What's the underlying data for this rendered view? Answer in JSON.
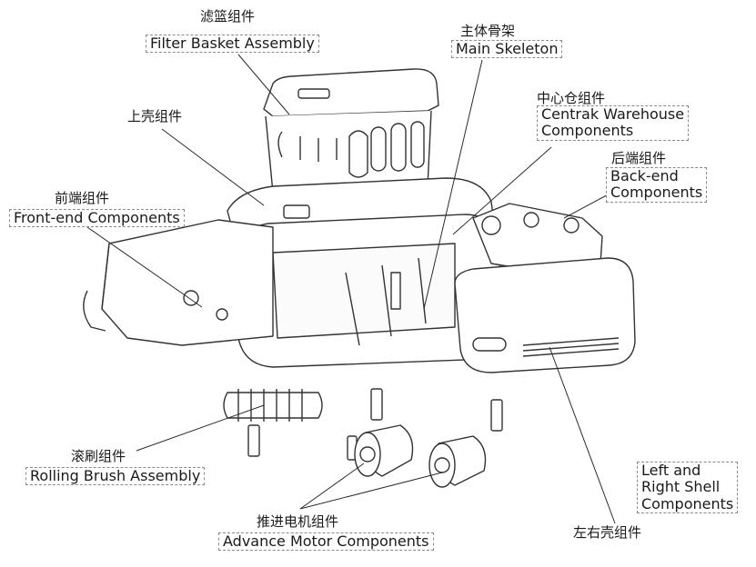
{
  "colors": {
    "line": "#2b2b2b",
    "box": "#8a8a8a",
    "text": "#1a1a1a"
  },
  "labels": {
    "filter_basket": {
      "cn": "滤篮组件",
      "en": "Filter Basket Assembly"
    },
    "main_skeleton": {
      "cn": "主体骨架",
      "en": "Main Skeleton"
    },
    "upper_shell": {
      "cn": "上壳组件"
    },
    "center_warehouse": {
      "cn": "中心仓组件",
      "en": "Centrak Warehouse\nComponents"
    },
    "back_end": {
      "cn": "后端组件",
      "en": "Back-end\nComponents"
    },
    "front_end": {
      "cn": "前端组件",
      "en": "Front-end Components"
    },
    "rolling_brush": {
      "cn": "滚刷组件",
      "en": "Rolling Brush Assembly"
    },
    "advance_motor": {
      "cn": "推进电机组件",
      "en": "Advance Motor Components"
    },
    "left_right_shell": {
      "cn": "左右壳组件",
      "en": "Left and\nRight Shell\nComponents"
    }
  }
}
